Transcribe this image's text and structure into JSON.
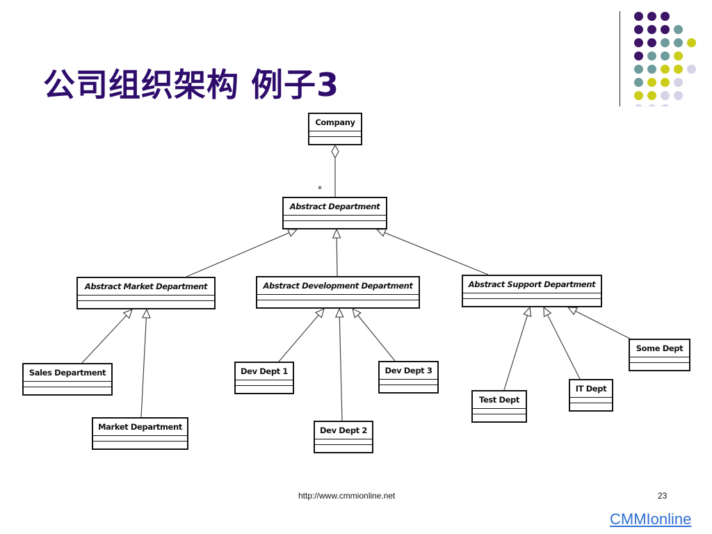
{
  "slide": {
    "title": "公司组织架构 例子3",
    "footer_url": "http://www.cmmionline.net",
    "page_number": "23",
    "brand": "CMMIonline"
  },
  "theme": {
    "title_color": "#2E0C6B",
    "dot_colors": {
      "purple": "#3D1466",
      "teal": "#6E9B9B",
      "yellow": "#CCCC1A",
      "lilac": "#D5D3E6"
    },
    "dot_pattern": [
      [
        "purple",
        "purple",
        "purple"
      ],
      [
        "purple",
        "purple",
        "purple",
        "teal"
      ],
      [
        "purple",
        "purple",
        "teal",
        "teal",
        "yellow"
      ],
      [
        "purple",
        "teal",
        "teal",
        "yellow"
      ],
      [
        "teal",
        "teal",
        "yellow",
        "yellow",
        "lilac"
      ],
      [
        "teal",
        "yellow",
        "yellow",
        "lilac"
      ],
      [
        "yellow",
        "yellow",
        "lilac",
        "lilac"
      ],
      [
        "lilac",
        "lilac",
        "lilac"
      ]
    ]
  },
  "diagram": {
    "multiplicity": "*",
    "classes": {
      "company": {
        "name": "Company",
        "abstract": false
      },
      "abstract_department": {
        "name": "Abstract Department",
        "abstract": true
      },
      "abstract_market": {
        "name": "Abstract Market Department",
        "abstract": true
      },
      "abstract_development": {
        "name": "Abstract Development Department",
        "abstract": true
      },
      "abstract_support": {
        "name": "Abstract Support Department",
        "abstract": true
      },
      "sales": {
        "name": "Sales Department",
        "abstract": false
      },
      "market": {
        "name": "Market Department",
        "abstract": false
      },
      "dev1": {
        "name": "Dev Dept 1",
        "abstract": false
      },
      "dev2": {
        "name": "Dev Dept 2",
        "abstract": false
      },
      "dev3": {
        "name": "Dev Dept 3",
        "abstract": false
      },
      "test": {
        "name": "Test Dept",
        "abstract": false
      },
      "it": {
        "name": "IT Dept",
        "abstract": false
      },
      "some": {
        "name": "Some Dept",
        "abstract": false
      }
    },
    "relations": [
      {
        "type": "aggregation",
        "whole": "company",
        "part": "abstract_department"
      },
      {
        "type": "generalization",
        "child": "abstract_market",
        "parent": "abstract_department"
      },
      {
        "type": "generalization",
        "child": "abstract_development",
        "parent": "abstract_department"
      },
      {
        "type": "generalization",
        "child": "abstract_support",
        "parent": "abstract_department"
      },
      {
        "type": "generalization",
        "child": "sales",
        "parent": "abstract_market"
      },
      {
        "type": "generalization",
        "child": "market",
        "parent": "abstract_market"
      },
      {
        "type": "generalization",
        "child": "dev1",
        "parent": "abstract_development"
      },
      {
        "type": "generalization",
        "child": "dev2",
        "parent": "abstract_development"
      },
      {
        "type": "generalization",
        "child": "dev3",
        "parent": "abstract_development"
      },
      {
        "type": "generalization",
        "child": "test",
        "parent": "abstract_support"
      },
      {
        "type": "generalization",
        "child": "it",
        "parent": "abstract_support"
      },
      {
        "type": "generalization",
        "child": "some",
        "parent": "abstract_support"
      }
    ]
  }
}
